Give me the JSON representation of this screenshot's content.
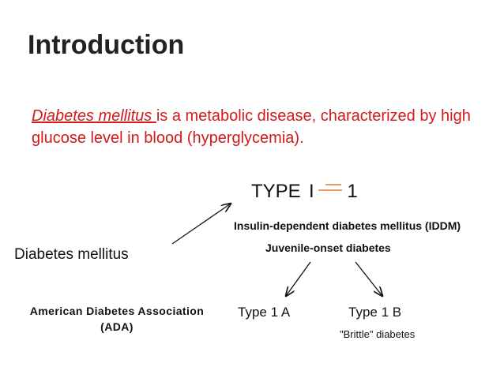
{
  "slide": {
    "title": "Introduction",
    "intro_term": "Diabetes mellitus ",
    "intro_rest": "is a metabolic disease, characterized by high glucose level in blood (hyperglycemia).",
    "type_heading": {
      "word": "TYPE",
      "symbol": "I",
      "number": "1"
    },
    "type1_name": "Insulin-dependent diabetes mellitus (IDDM)",
    "type1_alt_name": "Juvenile-onset diabetes",
    "root_term": "Diabetes mellitus",
    "organization": "American Diabetes Association (ADA)",
    "subtype_a": "Type 1 A",
    "subtype_b": "Type 1 B",
    "subtype_b_note": "\"Brittle\" diabetes"
  },
  "colors": {
    "highlight_text": "#d11a1a",
    "mark_stroke": "#e07b39"
  }
}
